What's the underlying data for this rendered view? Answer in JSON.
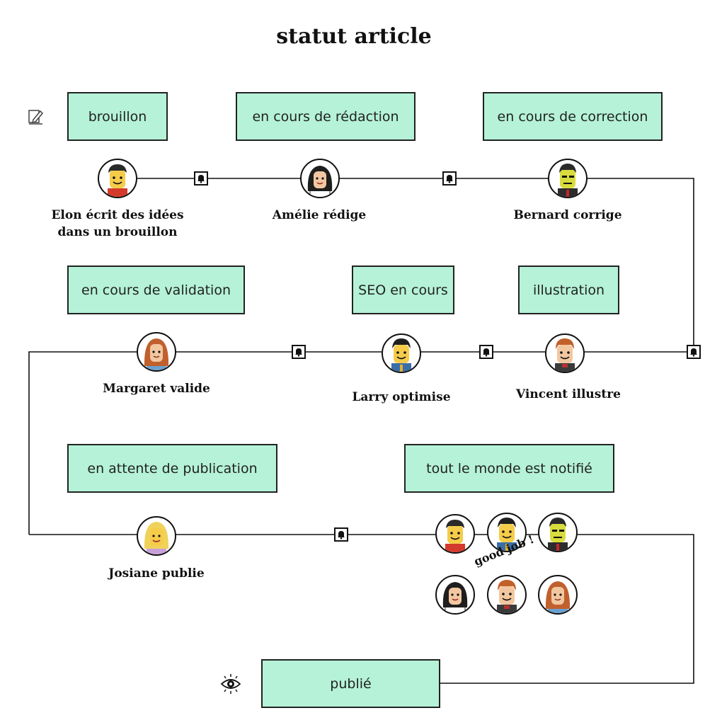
{
  "title": "statut article",
  "stages": {
    "brouillon": "brouillon",
    "redaction": "en cours de rédaction",
    "correction": "en cours de correction",
    "validation": "en cours de validation",
    "seo": "SEO en cours",
    "illustration": "illustration",
    "attente": "en attente de publication",
    "notifie": "tout le monde est notifié",
    "publie": "publié"
  },
  "captions": {
    "elon_line1": "Elon écrit des idées",
    "elon_line2": "dans un brouillon",
    "amelie": "Amélie rédige",
    "bernard": "Bernard corrige",
    "margaret": "Margaret valide",
    "larry": "Larry optimise",
    "vincent": "Vincent illustre",
    "josiane": "Josiane publie"
  },
  "notification_text": "good job !",
  "icons": [
    "edit-icon",
    "eye-icon",
    "bell-icon"
  ],
  "colors": {
    "stage_fill": "#b5f2d8",
    "line": "#111111"
  }
}
